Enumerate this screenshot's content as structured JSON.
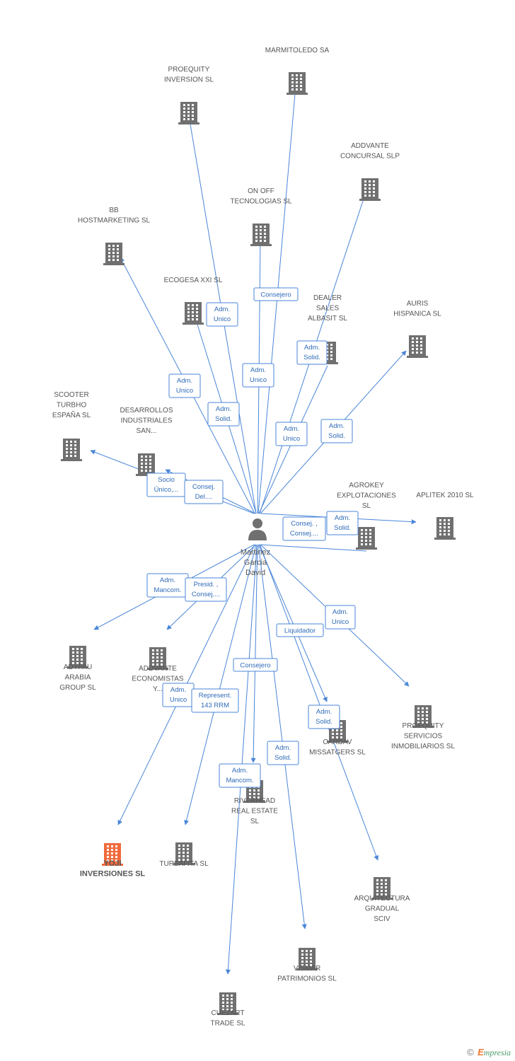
{
  "center": {
    "name_lines": [
      "Martinez",
      "Garcia",
      "David"
    ],
    "icon": "person-icon"
  },
  "colors": {
    "edge": "#4a86d8",
    "building": "#707070",
    "highlight": "#f06a3b"
  },
  "companies": [
    {
      "id": "marmitoledo",
      "lines": [
        "MARMITOLEDO SA"
      ]
    },
    {
      "id": "proequity-inversion",
      "lines": [
        "PROEQUITY",
        "INVERSION SL"
      ]
    },
    {
      "id": "addvante-concursal",
      "lines": [
        "ADDVANTE",
        "CONCURSAL SLP"
      ]
    },
    {
      "id": "on-off",
      "lines": [
        "ON OFF",
        "TECNOLOGIAS SL"
      ]
    },
    {
      "id": "bb-hostmarketing",
      "lines": [
        "BB",
        "HOSTMARKETING SL"
      ]
    },
    {
      "id": "ecogesa",
      "lines": [
        "ECOGESA XXI SL"
      ]
    },
    {
      "id": "dealer-sales",
      "lines": [
        "DEALER",
        "SALES",
        "ALBASIT SL"
      ]
    },
    {
      "id": "auris",
      "lines": [
        "AURIS",
        "HISPANICA SL"
      ]
    },
    {
      "id": "scooter",
      "lines": [
        "SCOOTER",
        "TURBHO",
        "ESPAÑA  SL"
      ]
    },
    {
      "id": "desarrollos",
      "lines": [
        "DESARROLLOS",
        "INDUSTRIALES",
        "SAN..."
      ]
    },
    {
      "id": "agrokey",
      "lines": [
        "AGROKEY",
        "EXPLOTACIONES",
        "SL"
      ]
    },
    {
      "id": "aplitek",
      "lines": [
        "APLITEK 2010 SL"
      ]
    },
    {
      "id": "adypau",
      "lines": [
        "ADYPAU",
        "ARABIA",
        "GROUP  SL"
      ]
    },
    {
      "id": "addvante-economistas",
      "lines": [
        "ADDVANTE",
        "ECONOMISTAS",
        "Y..."
      ]
    },
    {
      "id": "proequity-servicios",
      "lines": [
        "PROEQUITY",
        "SERVICIOS",
        "INMOBILIARIOS SL"
      ]
    },
    {
      "id": "cardav",
      "lines": [
        "CARDAV",
        "MISSATGERS SL"
      ]
    },
    {
      "id": "riverhead",
      "lines": [
        "RIVERHEAD",
        "REAL ESTATE",
        "SL"
      ]
    },
    {
      "id": "yoji",
      "lines": [
        "YOJI",
        "INVERSIONES SL"
      ],
      "highlight": true
    },
    {
      "id": "turbafita",
      "lines": [
        "TURBAFITA SL"
      ]
    },
    {
      "id": "arquitectura",
      "lines": [
        "ARQUITECTURA",
        "GRADUAL",
        "SCIV"
      ]
    },
    {
      "id": "vismar",
      "lines": [
        "VISMAR",
        "PATRIMONIOS SL"
      ]
    },
    {
      "id": "cuezart",
      "lines": [
        "CUEZART",
        "TRADE SL"
      ]
    }
  ],
  "relations": [
    {
      "target": "proequity-inversion",
      "lines": [
        "Adm.",
        "Unico"
      ]
    },
    {
      "target": "marmitoledo",
      "lines": [
        "Adm.",
        "Unico"
      ]
    },
    {
      "target": "on-off",
      "lines": [
        "Consejero"
      ]
    },
    {
      "target": "addvante-concursal",
      "lines": [
        "Adm.",
        "Solid."
      ]
    },
    {
      "target": "bb-hostmarketing",
      "lines": [
        "Adm.",
        "Unico"
      ]
    },
    {
      "target": "ecogesa",
      "lines": [
        "Adm.",
        "Solid."
      ]
    },
    {
      "target": "dealer-sales",
      "lines": [
        "Adm.",
        "Unico"
      ]
    },
    {
      "target": "auris",
      "lines": [
        "Adm.",
        "Solid."
      ]
    },
    {
      "target": "scooter",
      "lines": [
        "Socio",
        "Único,..."
      ]
    },
    {
      "target": "desarrollos",
      "lines": [
        "Consej.",
        "Del...."
      ]
    },
    {
      "target": "agrokey",
      "lines": [
        "Consej. ,",
        "Consej...."
      ]
    },
    {
      "target": "aplitek",
      "lines": [
        "Adm.",
        "Solid."
      ]
    },
    {
      "target": "adypau",
      "lines": [
        "Adm.",
        "Mancom."
      ]
    },
    {
      "target": "addvante-economistas",
      "lines": [
        "Presid. ,",
        "Consej...."
      ]
    },
    {
      "target": "proequity-servicios",
      "lines": [
        "Adm.",
        "Unico"
      ]
    },
    {
      "target": "cardav",
      "lines": [
        "Liquidador"
      ]
    },
    {
      "target": "arquitectura",
      "lines": [
        "Adm.",
        "Solid."
      ]
    },
    {
      "target": "riverhead",
      "lines": [
        "Consejero"
      ]
    },
    {
      "target": "yoji",
      "lines": [
        "Adm.",
        "Unico"
      ]
    },
    {
      "target": "turbafita",
      "lines": [
        "Represent.",
        "143 RRM"
      ]
    },
    {
      "target": "vismar",
      "lines": [
        "Adm.",
        "Solid."
      ]
    },
    {
      "target": "cuezart",
      "lines": [
        "Adm.",
        "Mancom."
      ]
    }
  ],
  "footer": {
    "copyright": "©",
    "brand_e": "E",
    "brand_rest": "mpresia"
  }
}
